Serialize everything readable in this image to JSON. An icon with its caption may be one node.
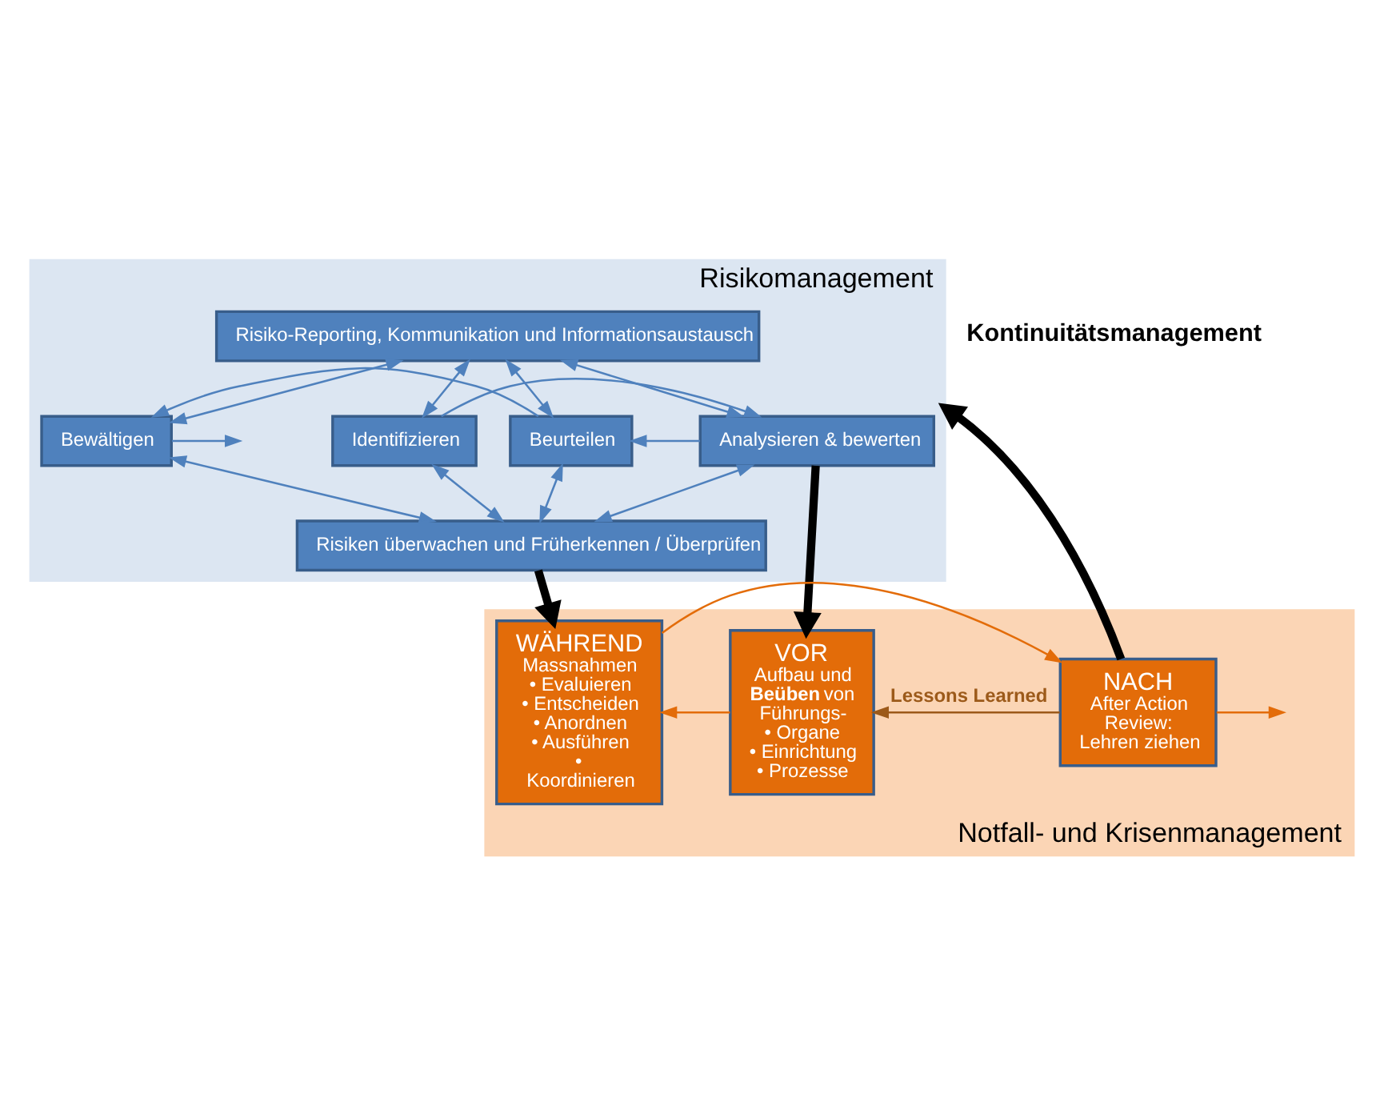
{
  "diagram": {
    "nodes": [
      {
        "text": [
          "Risikomanagement"
        ]
      },
      {
        "text": [
          "Risiko-Reporting, Kommunikation und Informationsaustausch"
        ],
        "in": 0
      },
      {
        "text": [
          "Identifizieren"
        ],
        "in": 0
      },
      {
        "text": [
          "Analysieren & bewerten"
        ],
        "in": 0
      },
      {
        "text": [
          "Beurteilen"
        ],
        "in": 0
      },
      {
        "text": [
          "Bewältigen"
        ],
        "in": 0
      },
      {
        "text": [
          "Risiken überwachen und Früherkennen / Überprüfen"
        ],
        "in": 0
      },
      {
        "text": [
          "Notfall- und Krisenmanagement"
        ]
      },
      {
        "text": [
          "VOR",
          "Aufbau und **Beüben** von Führungs-",
          "• Organe",
          "• Einrichtung",
          "• Prozesse"
        ],
        "in": 7
      },
      {
        "text": [
          "WÄHREND",
          "Massnahmen",
          "• Evaluieren",
          "• Entscheiden",
          "• Anordnen",
          "• Ausführen",
          "• Koordinieren"
        ],
        "in": 7
      },
      {
        "text": [
          "NACH",
          "After Action Review: Lehren ziehen"
        ],
        "in": 7
      }
    ],
    "edges": [
      {
        "from": 1,
        "to": 2,
        "arrow": "both"
      },
      {
        "from": 1,
        "to": 3,
        "arrow": "both"
      },
      {
        "from": 1,
        "to": 4,
        "arrow": "both"
      },
      {
        "from": 1,
        "to": 5,
        "arrow": "both"
      },
      {
        "from": 2,
        "to": 3,
        "arrow": "to"
      },
      {
        "from": 3,
        "to": 4,
        "arrow": "to"
      },
      {
        "from": 4,
        "to": 5,
        "arrow": "to"
      },
      {
        "from": 5,
        "to": null,
        "arrow": "to"
      },
      {
        "from": 2,
        "to": 6,
        "arrow": "both"
      },
      {
        "from": 3,
        "to": 6,
        "arrow": "both"
      },
      {
        "from": 4,
        "to": 6,
        "arrow": "both"
      },
      {
        "from": 5,
        "to": 6,
        "arrow": "both"
      },
      {
        "from": 3,
        "to": 8,
        "arrow": "to",
        "style": "thick",
        "color": "#000000"
      },
      {
        "from": 6,
        "to": 9,
        "arrow": "to",
        "style": "thick",
        "color": "#000000"
      },
      {
        "from": 8,
        "to": 9,
        "arrow": "to",
        "color": "#e36c09"
      },
      {
        "from": 9,
        "to": 10,
        "arrow": "to",
        "color": "#e36c09"
      },
      {
        "from": 10,
        "to": null,
        "arrow": "to",
        "color": "#e36c09"
      },
      {
        "from": 10,
        "to": 0,
        "arrow": "to",
        "style": "thick",
        "color": "#000000"
      },
      {
        "from": 10,
        "to": 8,
        "arrow": "to",
        "label": "Lessons Learned",
        "color": "#9c5a1a"
      }
    ],
    "labels": [
      "Kontinuitätsmanagement"
    ]
  }
}
